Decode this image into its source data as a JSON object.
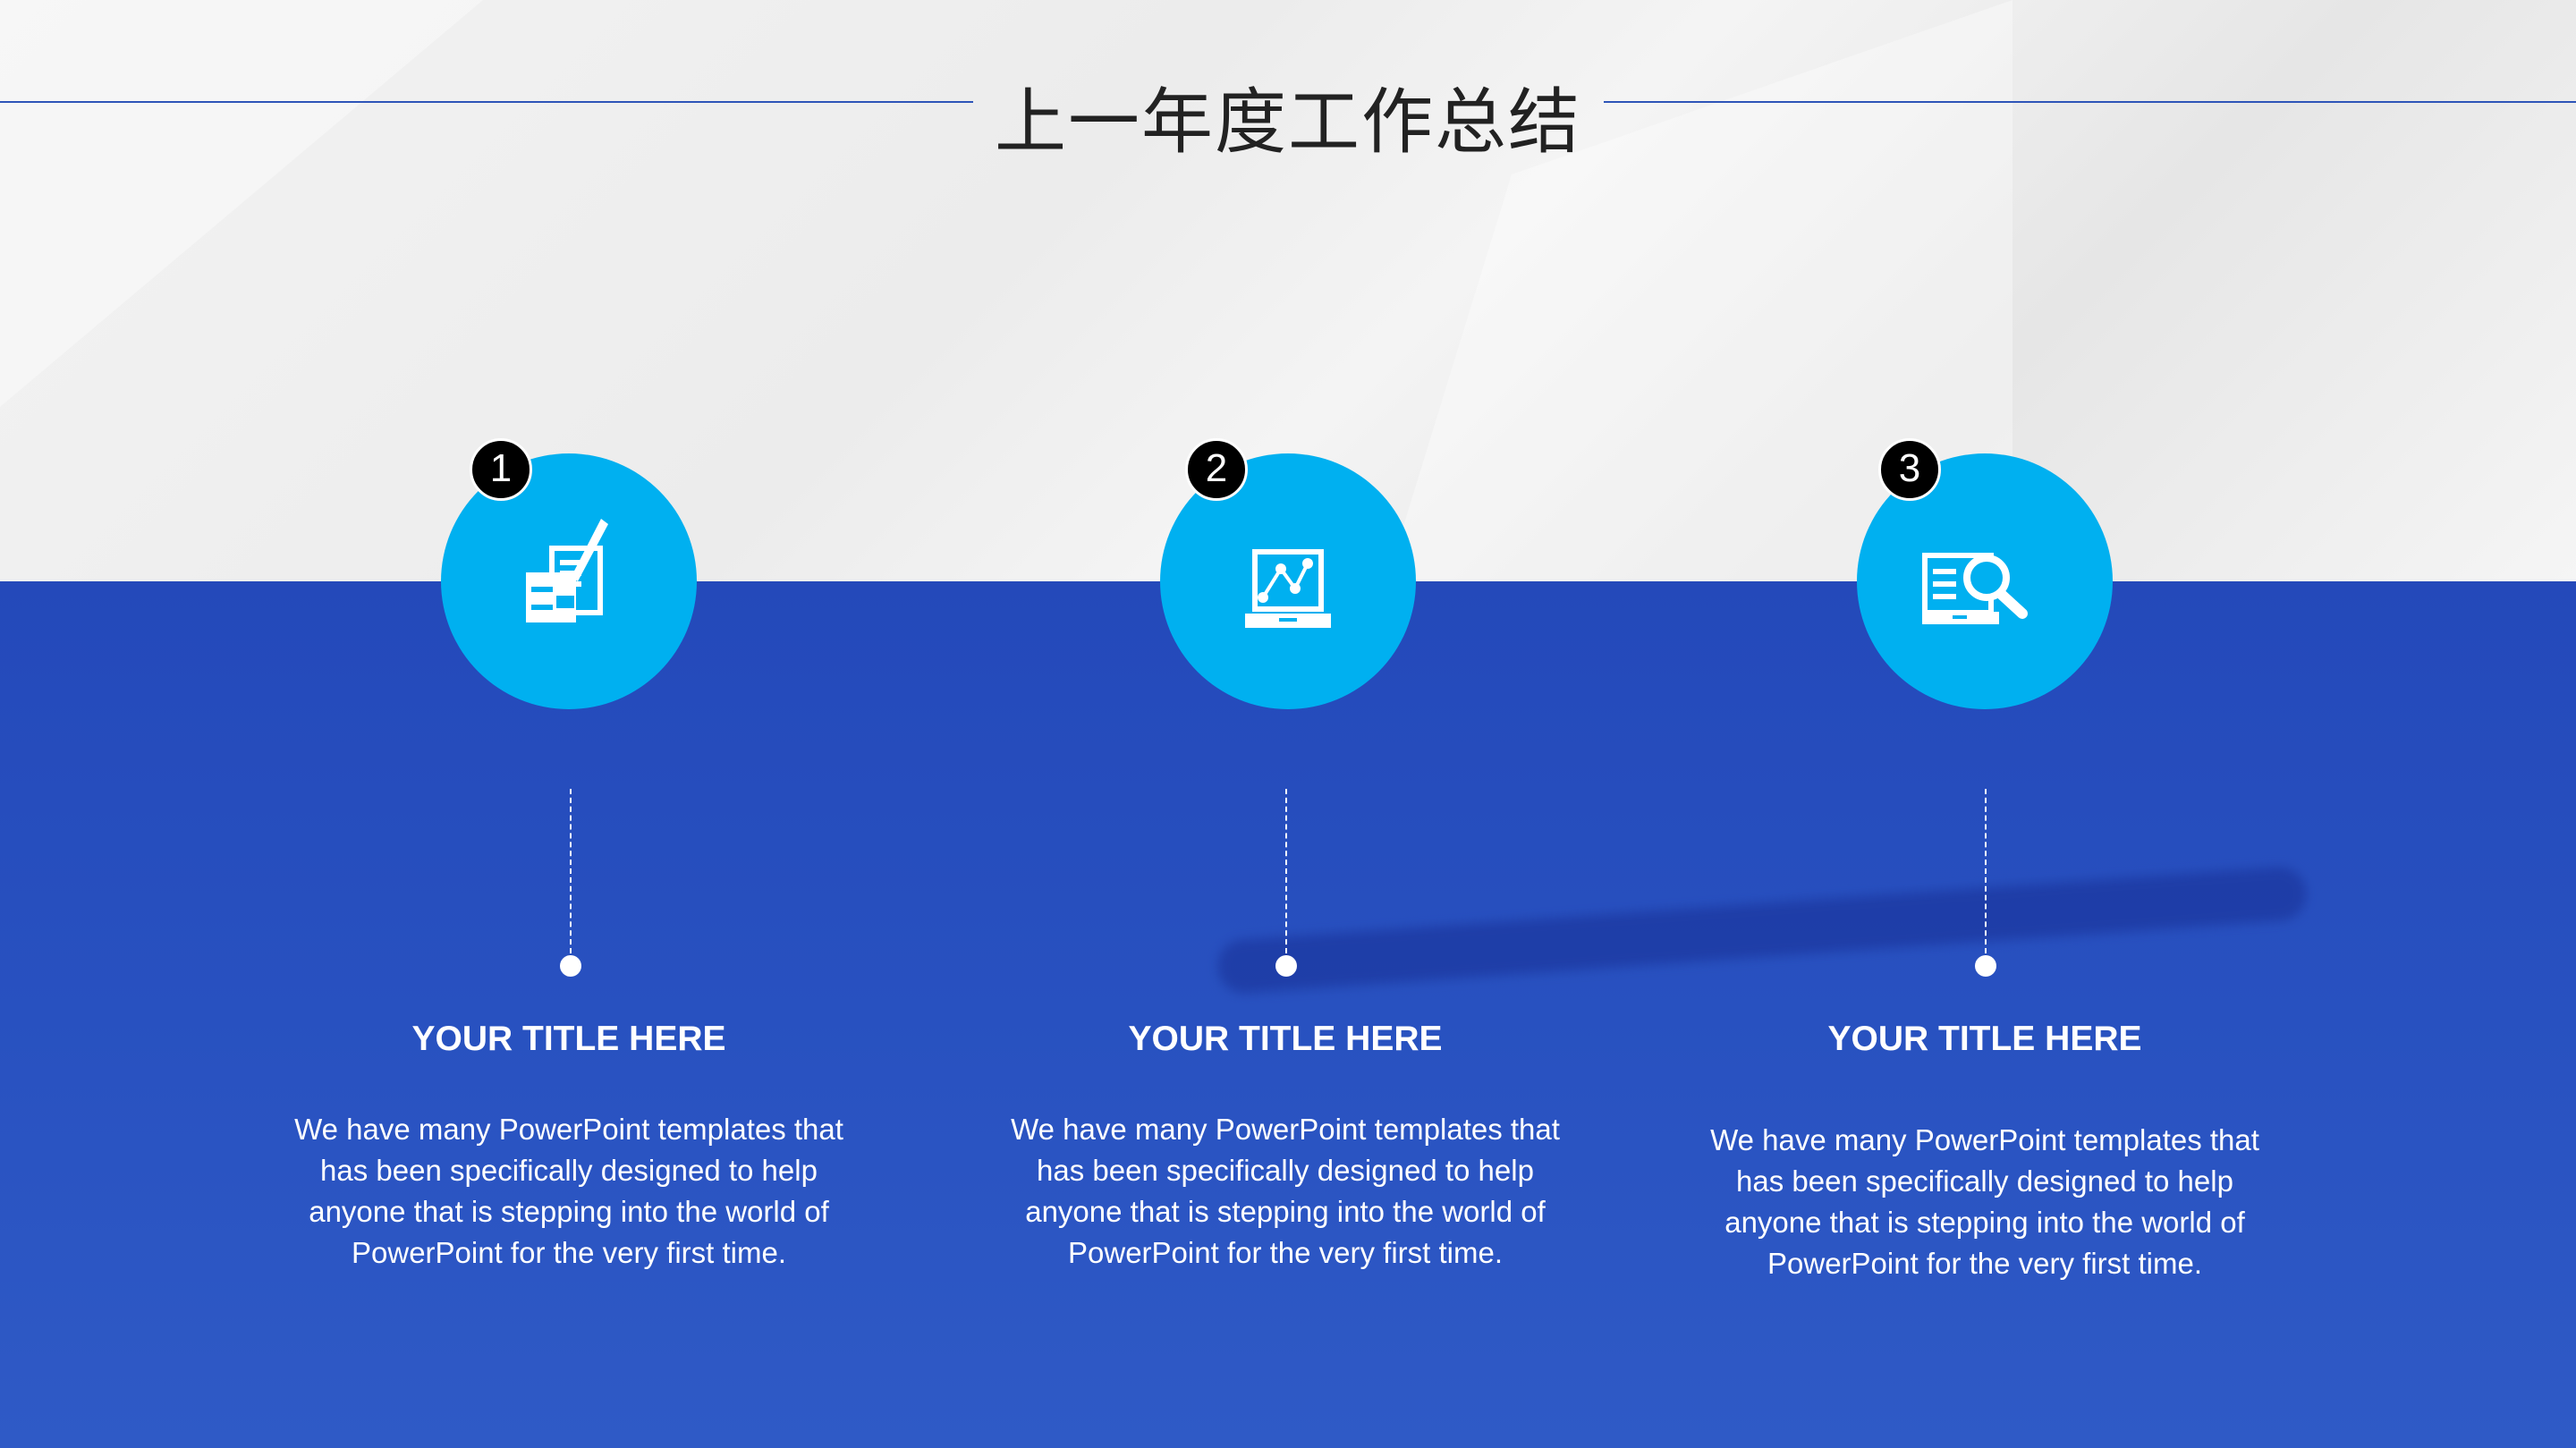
{
  "title": "上一年度工作总结",
  "colors": {
    "accent": "#00B0F0",
    "background_blue": "#2449BA",
    "badge": "#000000"
  },
  "items": [
    {
      "number": "1",
      "icon": "document-edit-icon",
      "title": "YOUR TITLE HERE",
      "body": "We have many PowerPoint templates that has been specifically designed to help anyone that is stepping into the world of PowerPoint for the very first time."
    },
    {
      "number": "2",
      "icon": "laptop-chart-icon",
      "title": "YOUR TITLE HERE",
      "body": "We have many PowerPoint templates that has been specifically designed to help anyone that is stepping into the world of PowerPoint for the very first time."
    },
    {
      "number": "3",
      "icon": "document-search-icon",
      "title": "YOUR TITLE HERE",
      "body": "We have many PowerPoint templates that has been specifically designed to help anyone that is stepping into the world of PowerPoint for the very first time."
    }
  ]
}
